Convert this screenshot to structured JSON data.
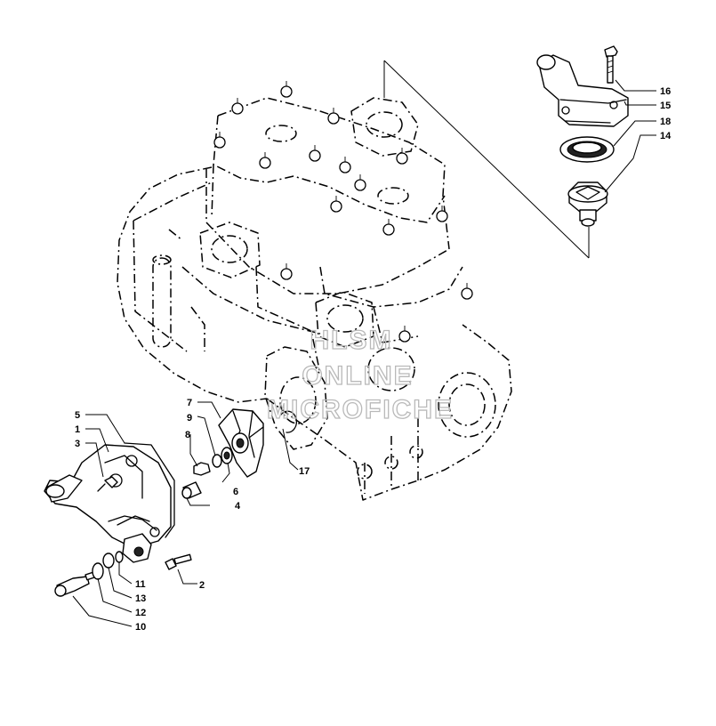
{
  "watermark": {
    "line1": "HLSM",
    "line2": "ONLINE",
    "line3": "MICROFICHE"
  },
  "callouts": {
    "c1": "1",
    "c2": "2",
    "c3": "3",
    "c4": "4",
    "c5": "5",
    "c6": "6",
    "c7": "7",
    "c8": "8",
    "c9": "9",
    "c10": "10",
    "c11": "11",
    "c12": "12",
    "c13": "13",
    "c14": "14",
    "c15": "15",
    "c16": "16",
    "c17": "17",
    "c18": "18"
  }
}
